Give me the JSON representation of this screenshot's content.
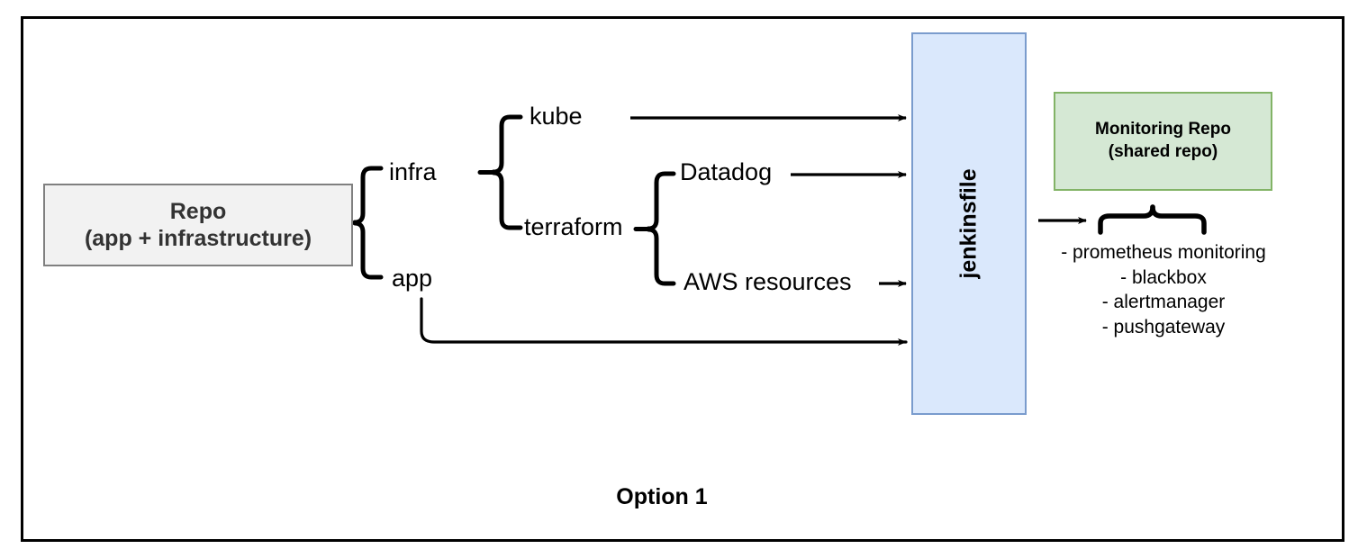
{
  "diagram": {
    "caption": "Option 1",
    "border_color": "#000000",
    "background": "#ffffff"
  },
  "repo": {
    "line1": "Repo",
    "line2": "(app + infrastructure)",
    "fill": "#f2f2f2",
    "stroke": "#808080"
  },
  "branches": {
    "infra": "infra",
    "app": "app",
    "kube": "kube",
    "terraform": "terraform",
    "datadog": "Datadog",
    "aws": "AWS resources"
  },
  "jenkinsfile": {
    "label": "jenkinsfile",
    "fill": "#dae8fc",
    "stroke": "#7a9ccd"
  },
  "monitoring": {
    "line1": "Monitoring Repo",
    "line2": "(shared repo)",
    "fill": "#d5e8d4",
    "stroke": "#82b366",
    "items": [
      "- prometheus monitoring",
      "- blackbox",
      "- alertmanager",
      "- pushgateway"
    ]
  }
}
